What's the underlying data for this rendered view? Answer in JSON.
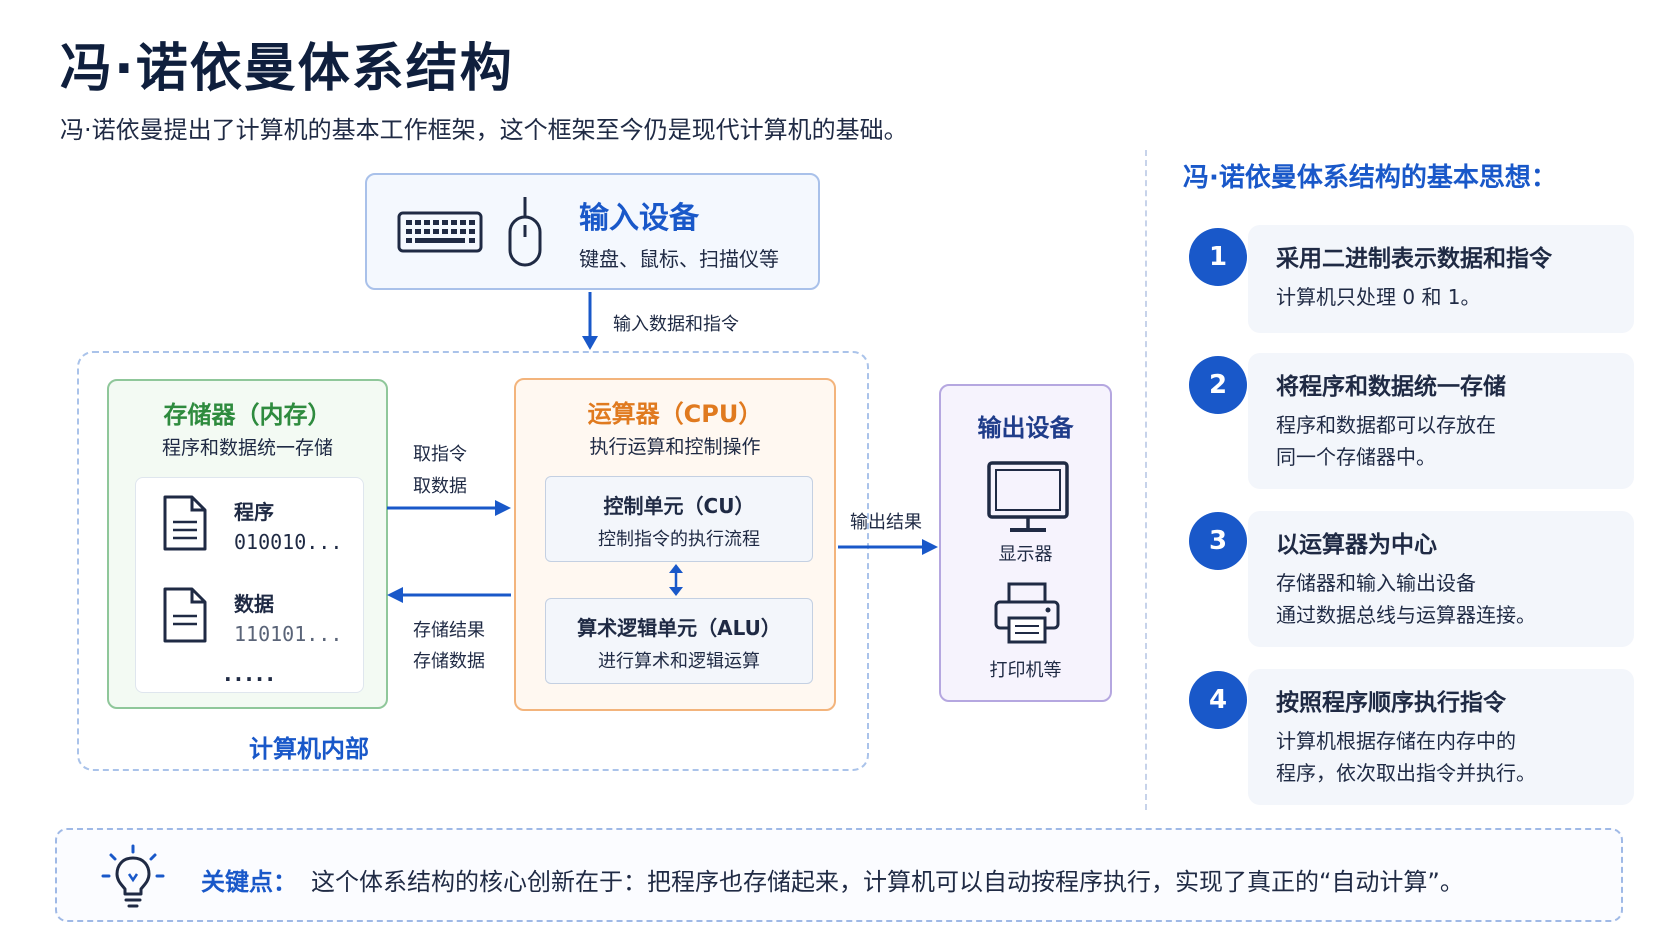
{
  "title": "冯·诺依曼体系结构",
  "subtitle": "冯·诺依曼提出了计算机的基本工作框架，这个框架至今仍是现代计算机的基础。",
  "input_device": {
    "title": "输入设备",
    "desc": "键盘、鼠标、扫描仪等"
  },
  "arrow_input_label": "输入数据和指令",
  "inner_label": "计算机内部",
  "memory": {
    "title": "存储器（内存）",
    "sub": "程序和数据统一存储",
    "program_name": "程序",
    "program_bits": "010010...",
    "data_name": "数据",
    "data_bits": "110101...",
    "more": "....."
  },
  "fetch_labels": [
    "取指令",
    "取数据"
  ],
  "store_labels": [
    "存储结果",
    "存储数据"
  ],
  "cpu": {
    "title": "运算器（CPU）",
    "sub": "执行运算和控制操作",
    "cu_title": "控制单元（CU）",
    "cu_desc": "控制指令的执行流程",
    "alu_title": "算术逻辑单元（ALU）",
    "alu_desc": "进行算术和逻辑运算"
  },
  "arrow_output_label": "输出结果",
  "output_device": {
    "title": "输出设备",
    "monitor": "显示器",
    "printer": "打印机等"
  },
  "right_panel": {
    "title": "冯·诺依曼体系结构的基本思想：",
    "items": [
      {
        "num": "1",
        "title": "采用二进制表示数据和指令",
        "line1": "计算机只处理 0 和 1。",
        "line2": ""
      },
      {
        "num": "2",
        "title": "将程序和数据统一存储",
        "line1": "程序和数据都可以存放在",
        "line2": "同一个存储器中。"
      },
      {
        "num": "3",
        "title": "以运算器为中心",
        "line1": "存储器和输入输出设备",
        "line2": "通过数据总线与运算器连接。"
      },
      {
        "num": "4",
        "title": "按照程序顺序执行指令",
        "line1": "计算机根据存储在内存中的",
        "line2": "程序，依次取出指令并执行。"
      }
    ]
  },
  "key_point": {
    "label": "关键点：",
    "text": "这个体系结构的核心创新在于：把程序也存储起来，计算机可以自动按程序执行，实现了真正的“自动计算”。"
  },
  "colors": {
    "blue": "#1958c9",
    "green": "#2e8b3e",
    "orange": "#e07a1f",
    "purple": "#b5a7e0"
  }
}
